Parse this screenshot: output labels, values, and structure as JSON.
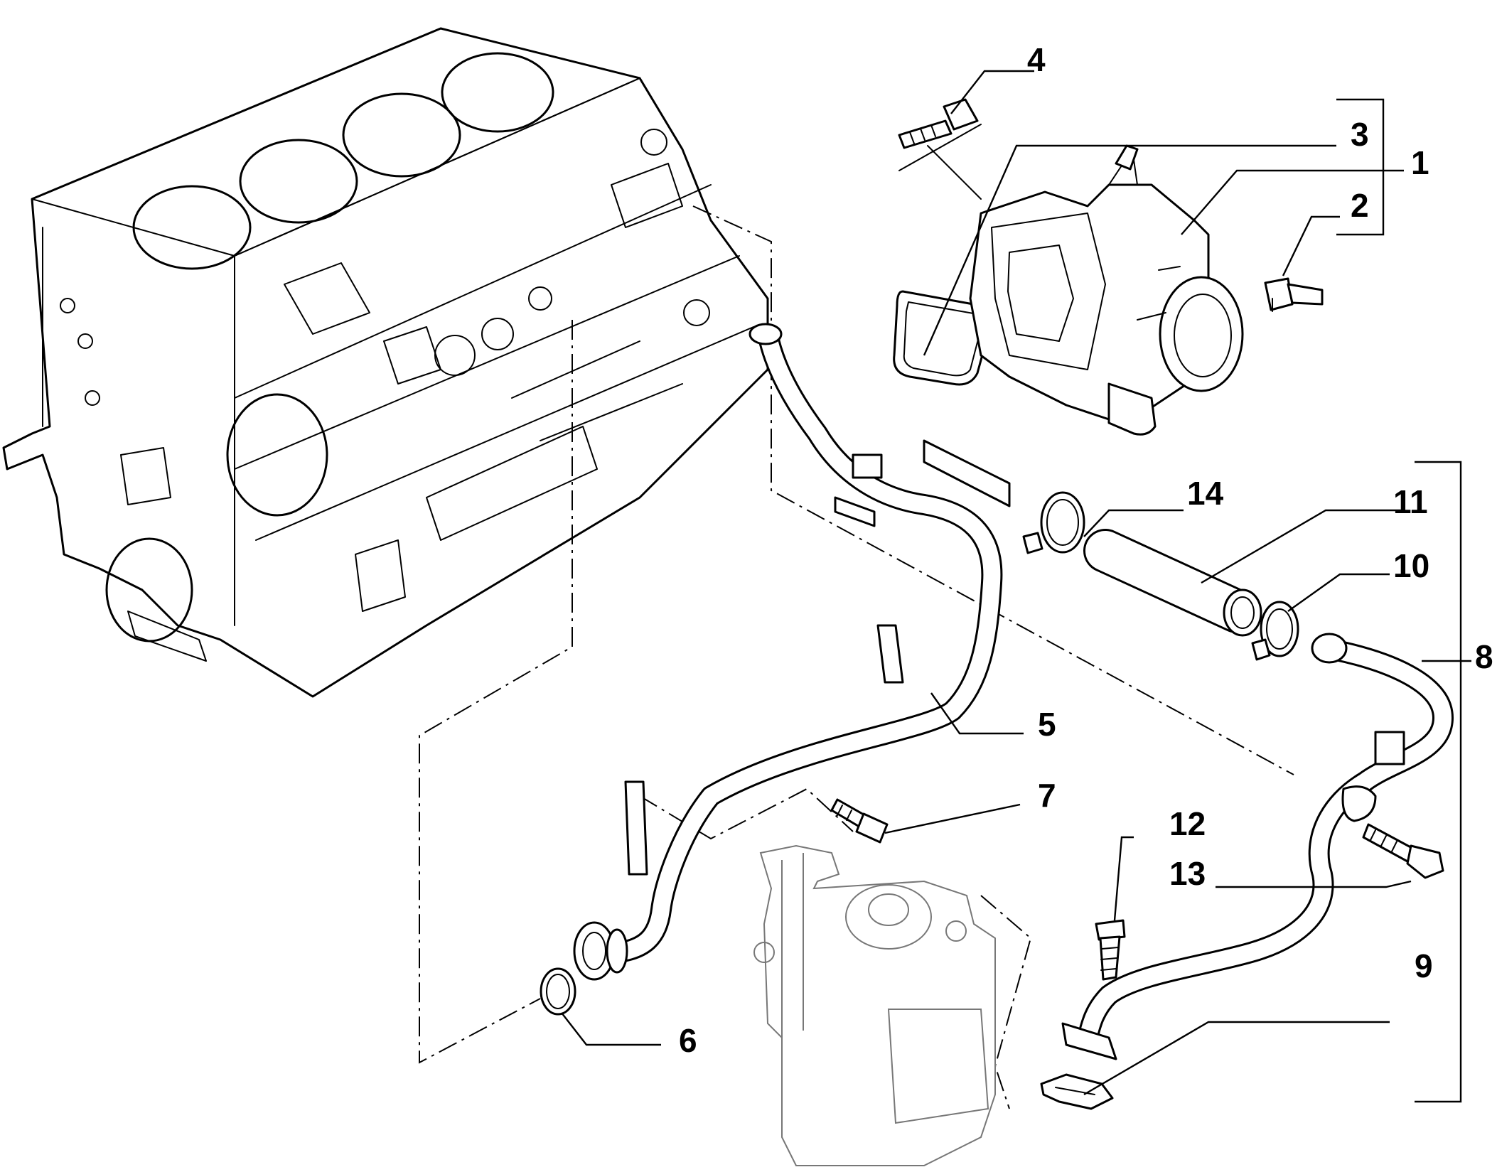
{
  "callouts": [
    {
      "id": "1",
      "label": "1"
    },
    {
      "id": "2",
      "label": "2"
    },
    {
      "id": "3",
      "label": "3"
    },
    {
      "id": "4",
      "label": "4"
    },
    {
      "id": "5",
      "label": "5"
    },
    {
      "id": "6",
      "label": "6"
    },
    {
      "id": "7",
      "label": "7"
    },
    {
      "id": "8",
      "label": "8"
    },
    {
      "id": "9",
      "label": "9"
    },
    {
      "id": "10",
      "label": "10"
    },
    {
      "id": "11",
      "label": "11"
    },
    {
      "id": "12",
      "label": "12"
    },
    {
      "id": "13",
      "label": "13"
    },
    {
      "id": "14",
      "label": "14"
    }
  ],
  "colors": {
    "ink": "#000000",
    "paper": "#ffffff",
    "faint": "#777777"
  }
}
